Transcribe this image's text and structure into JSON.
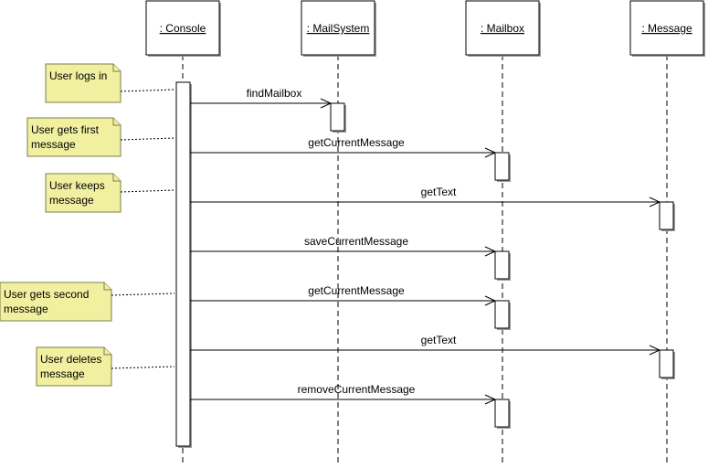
{
  "lifelines": [
    {
      "id": "console",
      "label": ": Console"
    },
    {
      "id": "mailsystem",
      "label": ": MailSystem"
    },
    {
      "id": "mailbox",
      "label": ": Mailbox"
    },
    {
      "id": "message",
      "label": ": Message"
    }
  ],
  "messages": [
    {
      "label": "findMailbox",
      "from": "console",
      "to": "mailsystem"
    },
    {
      "label": "getCurrentMessage",
      "from": "console",
      "to": "mailbox"
    },
    {
      "label": "getText",
      "from": "console",
      "to": "message"
    },
    {
      "label": "saveCurrentMessage",
      "from": "console",
      "to": "mailbox"
    },
    {
      "label": "getCurrentMessage",
      "from": "console",
      "to": "mailbox"
    },
    {
      "label": "getText",
      "from": "console",
      "to": "message"
    },
    {
      "label": "removeCurrentMessage",
      "from": "console",
      "to": "mailbox"
    }
  ],
  "notes": [
    {
      "lines": [
        "User logs in"
      ]
    },
    {
      "lines": [
        "User gets first",
        "message"
      ]
    },
    {
      "lines": [
        "User keeps",
        "message"
      ]
    },
    {
      "lines": [
        "User gets second",
        "message"
      ]
    },
    {
      "lines": [
        "User deletes",
        "message"
      ]
    }
  ],
  "colors": {
    "note_fill": "#f0f0a0",
    "note_border": "#7d7d4d",
    "shadow": "#9a9a9a"
  }
}
